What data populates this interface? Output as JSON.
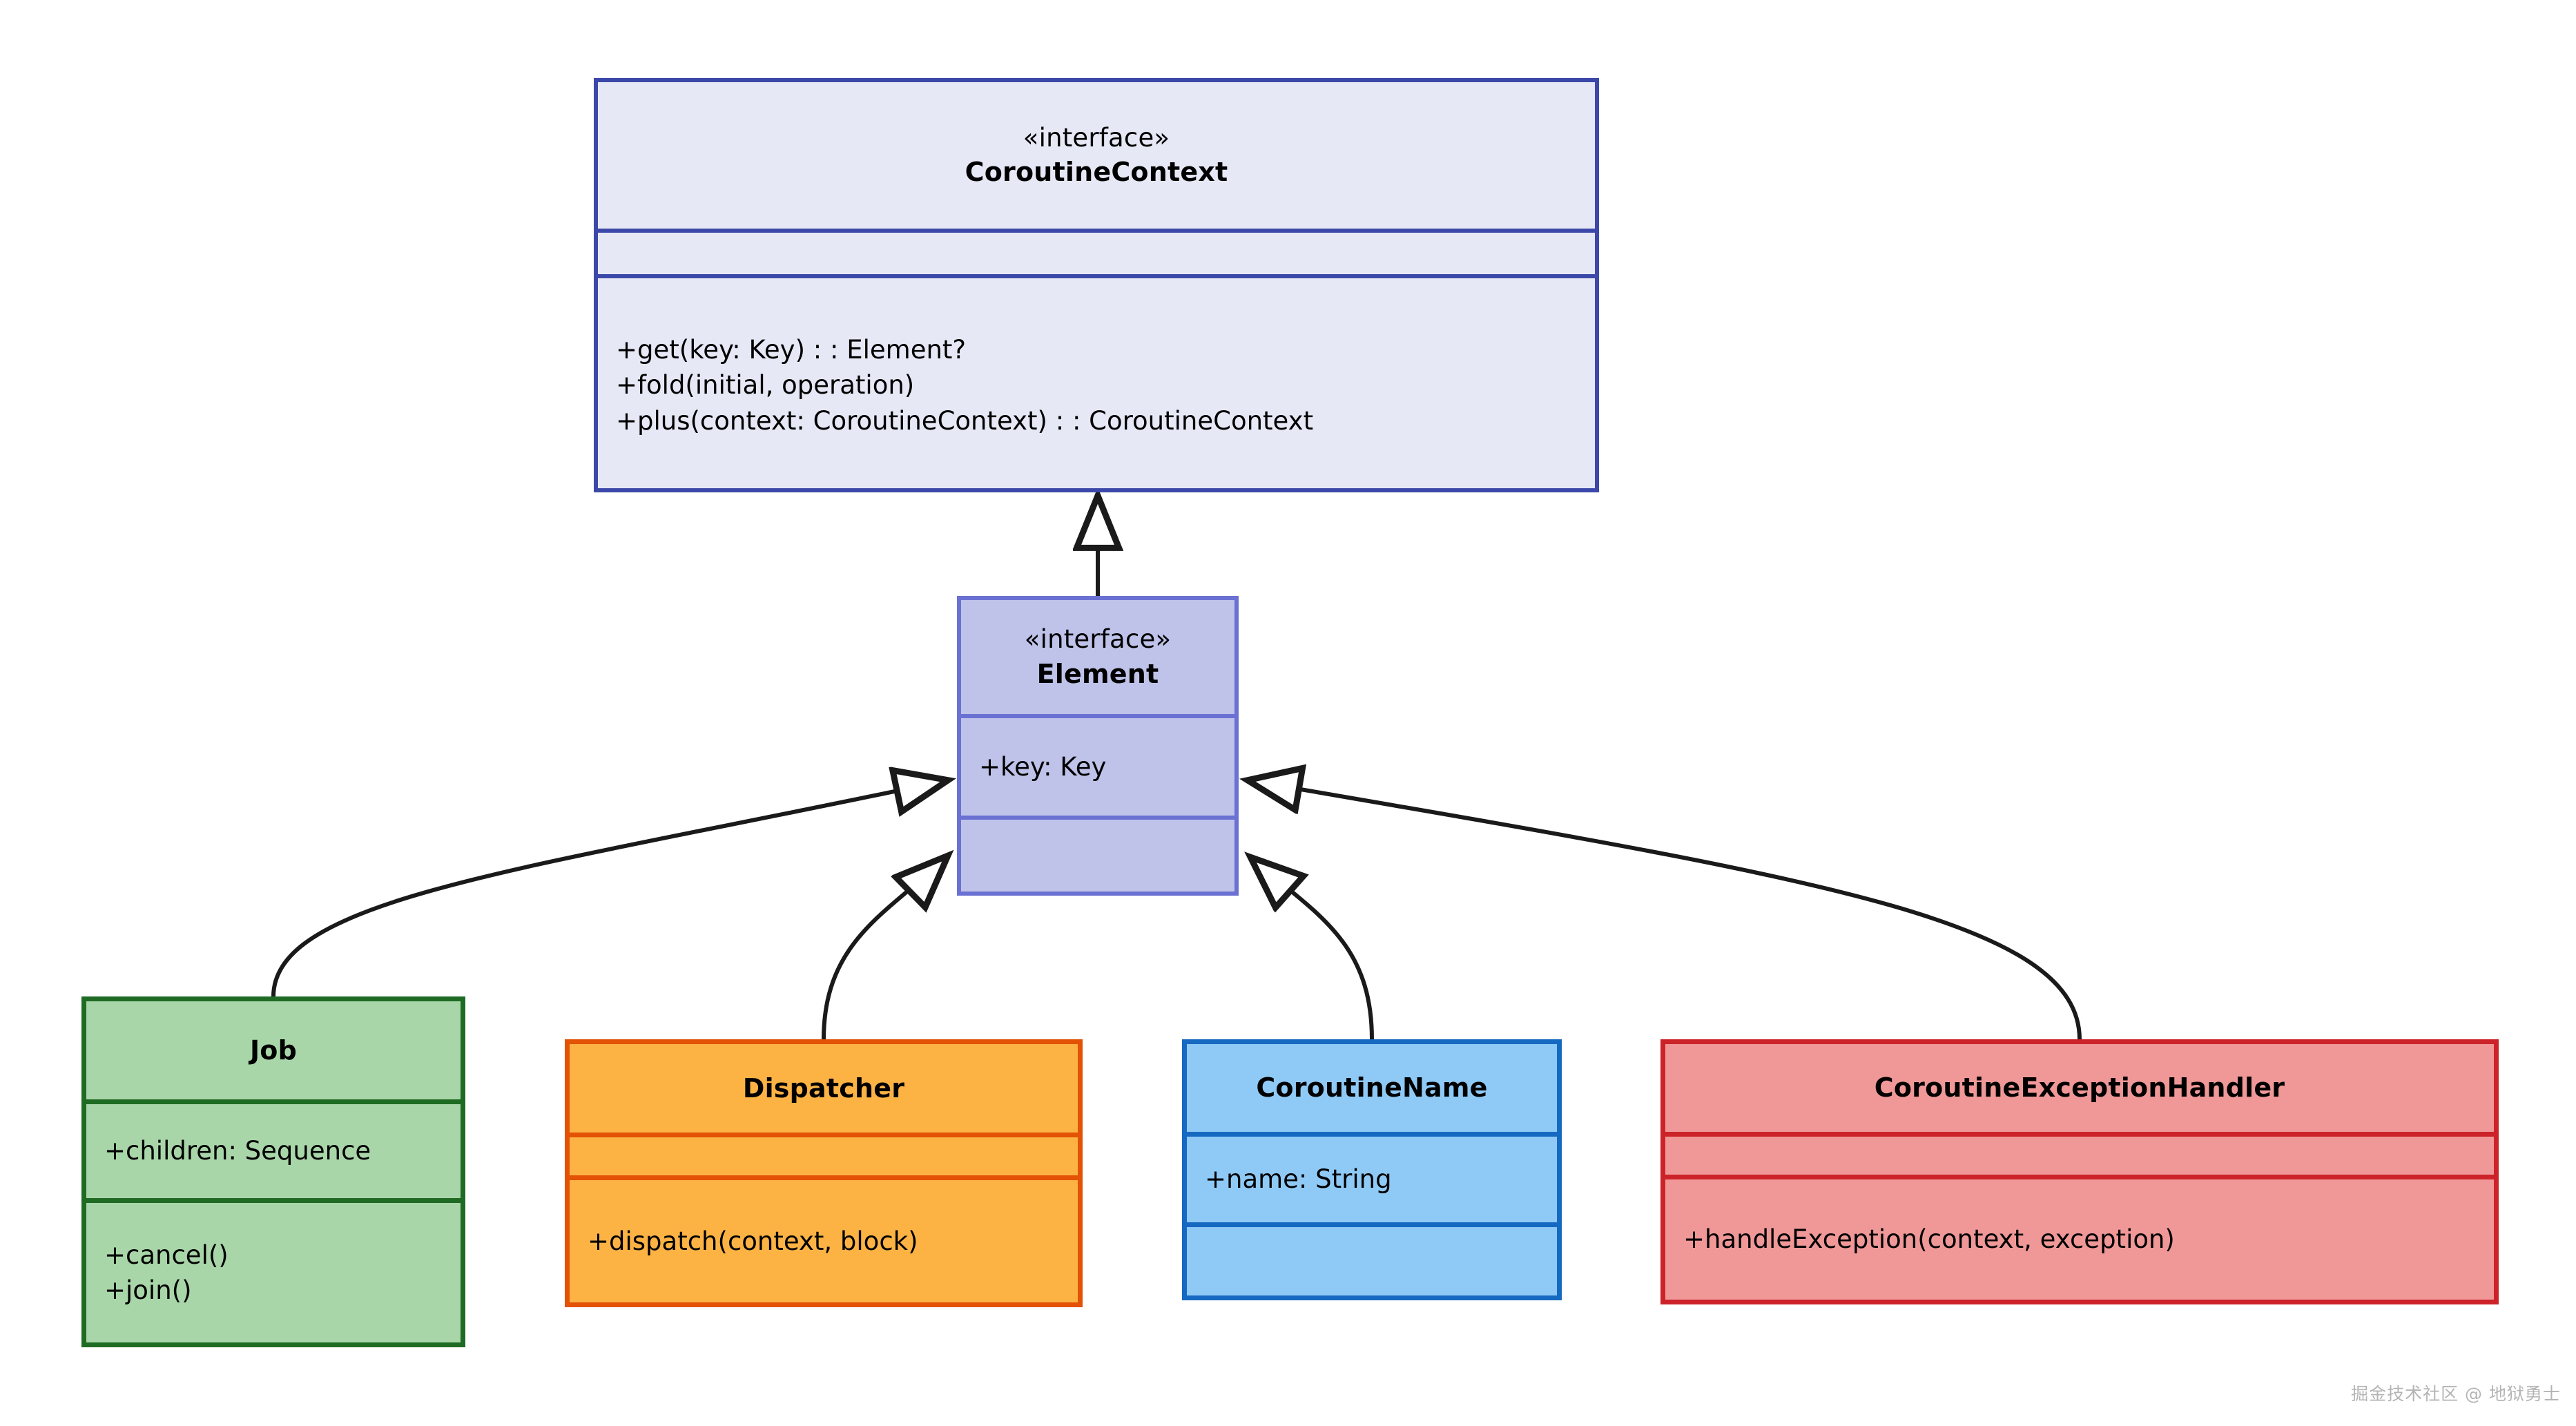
{
  "diagram": {
    "type": "uml-class-diagram",
    "watermark": "掘金技术社区 @ 地狱勇士",
    "classes": [
      {
        "id": "coroutinecontext",
        "stereotype": "«interface»",
        "name": "CoroutineContext",
        "attributes": [],
        "operations": [
          "+get(key: Key) : : Element?",
          "+fold(initial, operation)",
          "+plus(context: CoroutineContext) : : CoroutineContext"
        ],
        "fill": "#E7E8F6",
        "stroke": "#3C48A9"
      },
      {
        "id": "element",
        "stereotype": "«interface»",
        "name": "Element",
        "attributes": [
          "+key: Key"
        ],
        "operations": [],
        "fill": "#BFC3E9",
        "stroke": "#6B71D2"
      },
      {
        "id": "job",
        "stereotype": "",
        "name": "Job",
        "attributes": [
          "+children: Sequence"
        ],
        "operations": [
          "+cancel()",
          "+join()"
        ],
        "fill": "#A9D6A9",
        "stroke": "#1F6B24"
      },
      {
        "id": "dispatcher",
        "stereotype": "",
        "name": "Dispatcher",
        "attributes": [],
        "operations": [
          "+dispatch(context, block)"
        ],
        "fill": "#FCB344",
        "stroke": "#E35205"
      },
      {
        "id": "coroutinename",
        "stereotype": "",
        "name": "CoroutineName",
        "attributes": [
          "+name: String"
        ],
        "operations": [],
        "fill": "#8FCAF7",
        "stroke": "#1669C1"
      },
      {
        "id": "coroutineexceptionhandler",
        "stereotype": "",
        "name": "CoroutineExceptionHandler",
        "attributes": [],
        "operations": [
          "+handleException(context, exception)"
        ],
        "fill": "#F09898",
        "stroke": "#CC2229"
      }
    ],
    "relations": [
      {
        "id": "element-to-coroutinecontext",
        "kind": "generalization",
        "from": "element",
        "to": "coroutinecontext"
      },
      {
        "id": "job-to-element",
        "kind": "generalization",
        "from": "job",
        "to": "element"
      },
      {
        "id": "dispatcher-to-element",
        "kind": "generalization",
        "from": "dispatcher",
        "to": "element"
      },
      {
        "id": "coroutinename-to-element",
        "kind": "generalization",
        "from": "coroutinename",
        "to": "element"
      },
      {
        "id": "coroutineexceptionhandler-to-element",
        "kind": "generalization",
        "from": "coroutineexceptionhandler",
        "to": "element"
      }
    ]
  }
}
